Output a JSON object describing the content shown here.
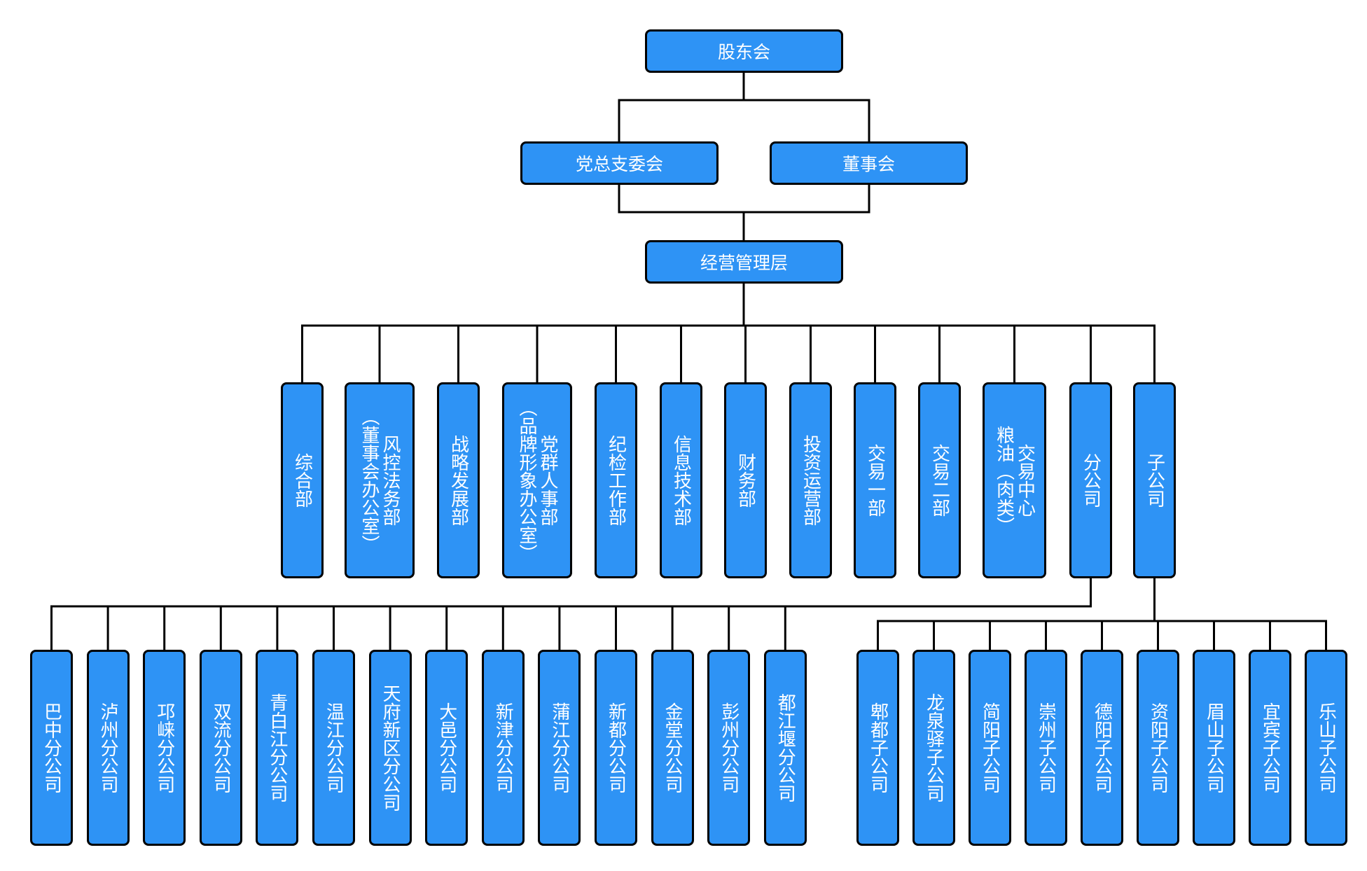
{
  "colors": {
    "node_fill": "#2E93F5",
    "node_border": "#000000",
    "text": "#ffffff",
    "connector": "#000000"
  },
  "top": {
    "shareholders": "股东会",
    "party": "党总支委会",
    "board": "董事会",
    "management": "经营管理层"
  },
  "departments": [
    "综合部",
    "风控法务部\n（董事会办公室）",
    "战略发展部",
    "党群人事部\n（品牌形象办公室）",
    "纪检工作部",
    "信息技术部",
    "财务部",
    "投资运营部",
    "交易一部",
    "交易二部",
    "交易中心\n粮油（肉类）",
    "分公司",
    "子公司"
  ],
  "branches": [
    "巴中分公司",
    "泸州分公司",
    "邛崃分公司",
    "双流分公司",
    "青白江分公司",
    "温江分公司",
    "天府新区分公司",
    "大邑分公司",
    "新津分公司",
    "蒲江分公司",
    "新都分公司",
    "金堂分公司",
    "彭州分公司",
    "都江堰分公司"
  ],
  "subsidiaries": [
    "郫都子公司",
    "龙泉驿子公司",
    "简阳子公司",
    "崇州子公司",
    "德阳子公司",
    "资阳子公司",
    "眉山子公司",
    "宜宾子公司",
    "乐山子公司"
  ]
}
